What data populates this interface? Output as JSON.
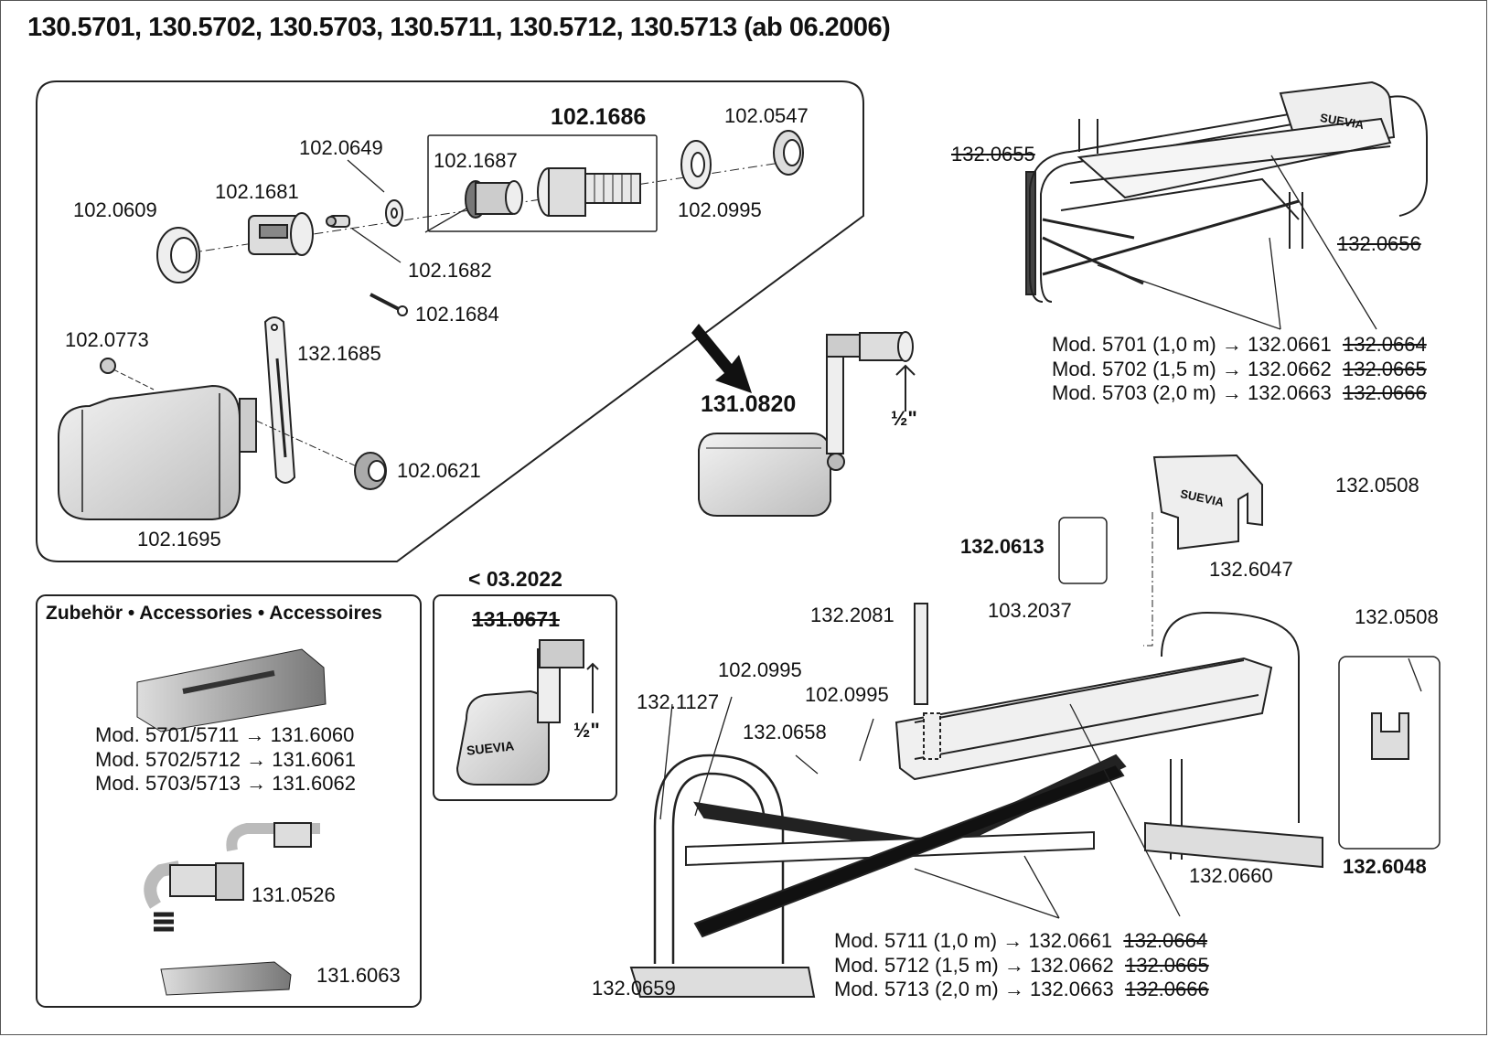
{
  "title": "130.5701, 130.5702, 130.5703, 130.5711, 130.5712, 130.5713 (ab 06.2006)",
  "detail_labels": {
    "p1686": "102.1686",
    "p0547": "102.0547",
    "p0649": "102.0649",
    "p1687": "102.1687",
    "p1681": "102.1681",
    "p0609": "102.0609",
    "p0995_top": "102.0995",
    "p1682": "102.1682",
    "p1684": "102.1684",
    "p0773": "102.0773",
    "p1685": "132.1685",
    "p0621": "102.0621",
    "p1695": "102.1695"
  },
  "float_valve": {
    "part": "131.0820",
    "thread": "½\""
  },
  "old_valve": {
    "date": "< 03.2022",
    "part": "131.0671",
    "thread": "½\"",
    "brand": "SUEVIA"
  },
  "trough_top": {
    "brand": "SUEVIA",
    "p0655": "132.0655",
    "p0656": "132.0656",
    "mods": [
      {
        "mod": "Mod. 5701 (1,0 m) → 132.0661",
        "old": "132.0664"
      },
      {
        "mod": "Mod. 5702 (1,5 m) → 132.0662",
        "old": "132.0665"
      },
      {
        "mod": "Mod. 5703 (2,0 m) → 132.0663",
        "old": "132.0666"
      }
    ]
  },
  "trough_bottom": {
    "brand": "SUEVIA",
    "p0508a": "132.0508",
    "p6047": "132.6047",
    "p0613": "132.0613",
    "p2037": "103.2037",
    "p2081": "132.2081",
    "p0508b": "132.0508",
    "p0995a": "102.0995",
    "p0995b": "102.0995",
    "p1127": "132.1127",
    "p0658": "132.0658",
    "p0660": "132.0660",
    "p6048": "132.6048",
    "p0659": "132.0659",
    "mods": [
      {
        "mod": "Mod. 5711 (1,0 m) → 132.0661",
        "old": "132.0664"
      },
      {
        "mod": "Mod. 5712 (1,5 m) → 132.0662",
        "old": "132.0665"
      },
      {
        "mod": "Mod. 5713 (2,0 m) → 132.0663",
        "old": "132.0666"
      }
    ]
  },
  "accessories": {
    "title": "Zubehör • Accessories • Accessoires",
    "mods": [
      "Mod. 5701/5711 → 131.6060",
      "Mod. 5702/5712 → 131.6061",
      "Mod. 5703/5713 → 131.6062"
    ],
    "p0526": "131.0526",
    "p6063": "131.6063"
  }
}
